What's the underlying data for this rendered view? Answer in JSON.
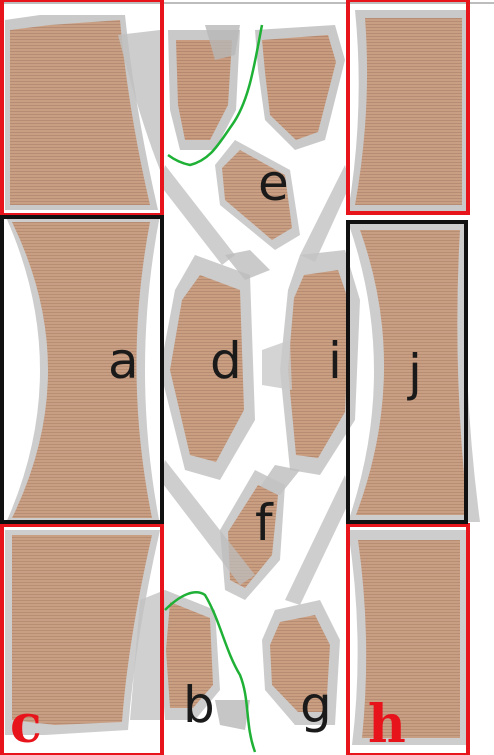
{
  "diagram": {
    "labels": {
      "a": "a",
      "b": "b",
      "c": "c",
      "d": "d",
      "e": "e",
      "f": "f",
      "g": "g",
      "h": "h",
      "i": "i",
      "j": "j"
    },
    "colors": {
      "copper": "#c99a7b",
      "gray": "#a6a6a6",
      "gray_light": "#cfcfcf",
      "red_box": "#e8141c",
      "black_box": "#111111",
      "green_line": "#1fb136",
      "label_dark": "#1a1a1a"
    }
  }
}
